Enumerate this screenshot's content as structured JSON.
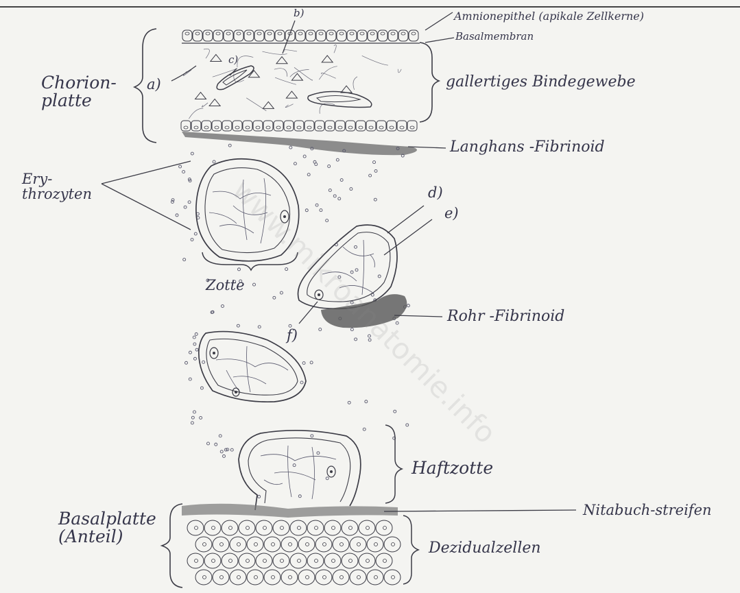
{
  "labels": {
    "chorionplatte": "Chorion-\nplatte",
    "a": "a)",
    "b": "b)",
    "c": "c)",
    "d": "d)",
    "e": "e)",
    "f": "f)",
    "amnionepithel": "Amnionepithel (apikale Zellkerne)",
    "basalmembran": "Basalmembran",
    "gallertiges_bindegewebe": "gallertiges Bindegewebe",
    "langhans_fibrinoid": "Langhans -Fibrinoid",
    "erythrozyten": "Ery-\nthrozyten",
    "zotte": "Zotte",
    "rohr_fibrinoid": "Rohr -Fibrinoid",
    "haftzotte": "Haftzotte",
    "nitabuch_streifen": "Nitabuch-streifen",
    "basalplatte": "Basalplatte\n(Anteil)",
    "dezidualzellen": "Dezidualzellen"
  },
  "watermark": "www.mikroanatomie.info",
  "colors": {
    "paper": "#f4f4f1",
    "pencil": "#3c3c46",
    "ink": "#35354a",
    "fibrinoid": "#666666"
  }
}
